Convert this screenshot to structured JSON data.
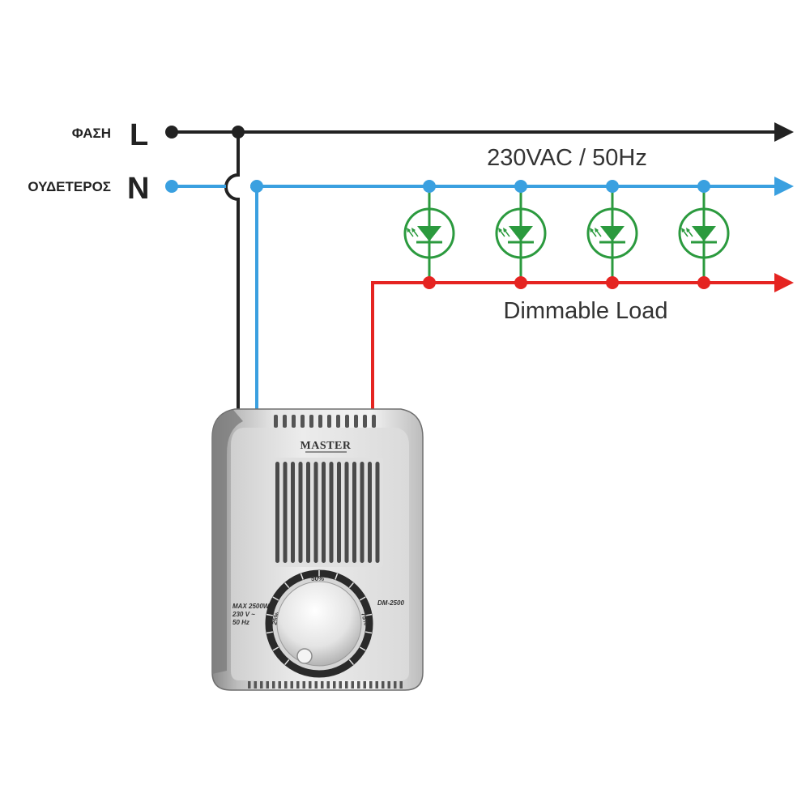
{
  "phase": {
    "name": "ΦΑΣΗ",
    "letter": "L",
    "color": "#222222"
  },
  "neutral": {
    "name": "ΟΥΔΕΤΕΡΟΣ",
    "letter": "N",
    "color": "#3aa0e0"
  },
  "supply_label": "230VAC / 50Hz",
  "load": {
    "label": "Dimmable Load",
    "color": "#e52421",
    "led_color": "#2b9a3e",
    "count": 4
  },
  "device": {
    "brand": "MASTER",
    "model": "DM-2500",
    "rating": [
      "MAX 2500W",
      "230 V ~",
      "50 Hz"
    ],
    "dial_marks": [
      "25%",
      "50%",
      "75%"
    ]
  }
}
